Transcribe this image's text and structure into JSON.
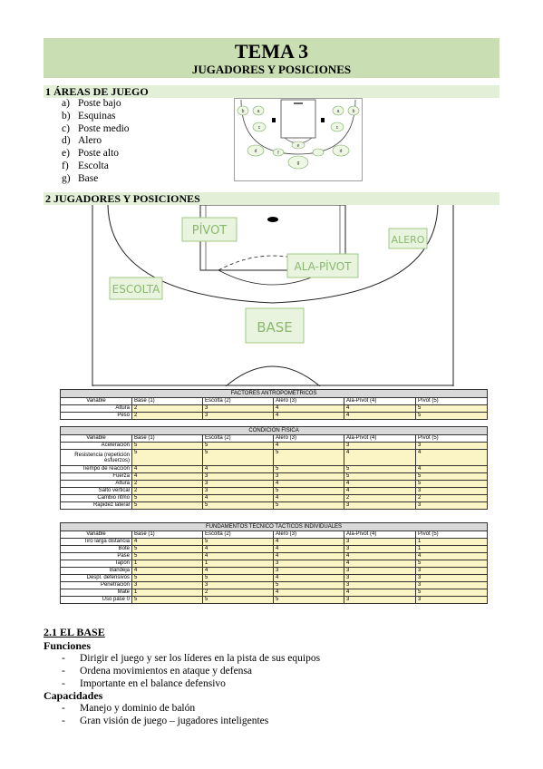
{
  "header": {
    "title": "TEMA 3",
    "subtitle": "JUGADORES Y POSICIONES"
  },
  "section1": {
    "heading": "1 ÁREAS DE JUEGO",
    "items": [
      {
        "letter": "a)",
        "text": "Poste bajo"
      },
      {
        "letter": "b)",
        "text": "Esquinas"
      },
      {
        "letter": "c)",
        "text": "Poste medio"
      },
      {
        "letter": "d)",
        "text": "Alero"
      },
      {
        "letter": "e)",
        "text": "Poste alto"
      },
      {
        "letter": "f)",
        "text": "Escolta"
      },
      {
        "letter": "g)",
        "text": "Base"
      }
    ],
    "diagram_labels": [
      "b",
      "a",
      "c",
      "d",
      "e",
      "f",
      "g",
      "b",
      "a",
      "c",
      "d"
    ]
  },
  "section2": {
    "heading": "2 JUGADORES Y POSICIONES",
    "court_labels": {
      "pivot": "PÍVOT",
      "alero": "ALERO",
      "ala_pivot": "ALA-PÍVOT",
      "escolta": "ESCOLTA",
      "base": "BASE"
    }
  },
  "tables": [
    {
      "caption": "FACTORES ANTROPOMÉTRICOS",
      "headers": [
        "Variable",
        "Base (1)",
        "Escolta (2)",
        "Alero (3)",
        "Ala-Pívot (4)",
        "Pívot (5)"
      ],
      "rows": [
        [
          "Altura",
          "2",
          "3",
          "4",
          "4",
          "5"
        ],
        [
          "Peso",
          "2",
          "3",
          "4",
          "4",
          "5"
        ]
      ]
    },
    {
      "caption": "CONDICIÓN FÍSICA",
      "headers": [
        "Variable",
        "Base (1)",
        "Escolta (2)",
        "Alero (3)",
        "Ala-Pívot (4)",
        "Pívot (5)"
      ],
      "rows": [
        [
          "Aceleración",
          "5",
          "5",
          "4",
          "3",
          "3"
        ],
        [
          "Resistencia (repetición esfuerzos)",
          "5",
          "5",
          "5",
          "4",
          "4"
        ],
        [
          "Tiempo de reacción",
          "4",
          "4",
          "5",
          "5",
          "4"
        ],
        [
          "Fuerza",
          "4",
          "3",
          "3",
          "5",
          "5"
        ],
        [
          "Altura",
          "2",
          "3",
          "4",
          "4",
          "5"
        ],
        [
          "Salto vertical",
          "2",
          "3",
          "5",
          "4",
          "3"
        ],
        [
          "Cambio ritmo",
          "5",
          "4",
          "4",
          "2",
          "2"
        ],
        [
          "Rapidez lateral",
          "5",
          "5",
          "5",
          "3",
          "3"
        ]
      ]
    },
    {
      "caption": "FUNDAMENTOS TÉCNICO TÁCTICOS INDIVIDUALES",
      "headers": [
        "Variable",
        "Base (1)",
        "Escolta (2)",
        "Alero (3)",
        "Ala-Pívot (4)",
        "Pívot (5)"
      ],
      "rows": [
        [
          "Tiro larga distancia",
          "4",
          "5",
          "4",
          "3",
          "1"
        ],
        [
          "Bote",
          "5",
          "4",
          "4",
          "3",
          "1"
        ],
        [
          "Pase",
          "5",
          "4",
          "4",
          "4",
          "4"
        ],
        [
          "Tapón",
          "1",
          "1",
          "3",
          "4",
          "5"
        ],
        [
          "Bandeja",
          "4",
          "4",
          "3",
          "3",
          "3"
        ],
        [
          "Despl. defensivos",
          "5",
          "5",
          "4",
          "3",
          "3"
        ],
        [
          "Penetración",
          "3",
          "3",
          "5",
          "3",
          "3"
        ],
        [
          "Mate",
          "1",
          "2",
          "4",
          "4",
          "5"
        ],
        [
          "Uso pase 0",
          "5",
          "5",
          "5",
          "3",
          "3"
        ]
      ]
    }
  ],
  "base": {
    "heading": "2.1 EL BASE",
    "funciones_label": "Funciones",
    "funciones": [
      "Dirigir el juego y ser los líderes en la pista de sus equipos",
      "Ordena movimientos en ataque y defensa",
      "Importante en el balance defensivo"
    ],
    "capacidades_label": "Capacidades",
    "capacidades": [
      "Manejo y dominio de balón",
      "Gran visión de juego – jugadores inteligentes"
    ],
    "dash": "-"
  }
}
